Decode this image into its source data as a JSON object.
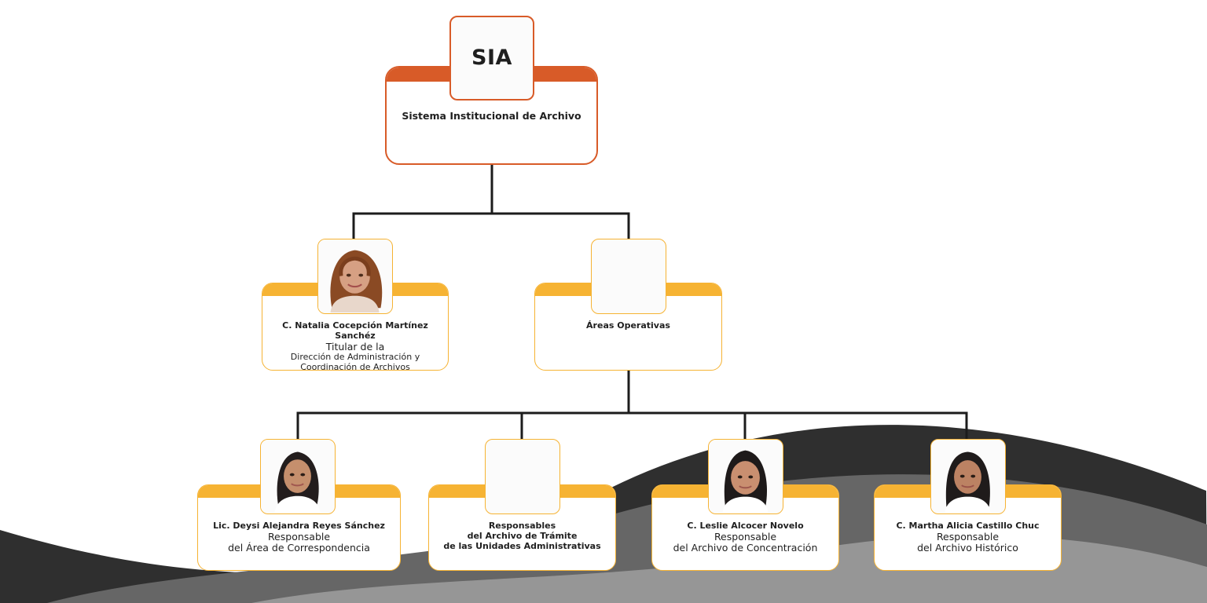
{
  "colors": {
    "primary_accent": "#d85b28",
    "secondary_accent": "#f6b333",
    "connector": "#1c1c1c",
    "background_wave_dark": "#2f2f2f",
    "background_wave_mid": "#666666",
    "background_wave_light": "#bdbdbd"
  },
  "root": {
    "abbr": "SIA",
    "title": "Sistema Institucional de Archivo"
  },
  "level1": {
    "titular": {
      "name": "C. Natalia Cocepción Martínez Sanchéz",
      "line1": "Titular de la",
      "line2": "Dirección de Administración y",
      "line3": "Coordinación de Archivos",
      "avatar_icon": "person-photo-icon"
    },
    "areas": {
      "title": "Áreas Operativas"
    }
  },
  "level2": {
    "correspondencia": {
      "name": "Lic. Deysi Alejandra Reyes Sánchez",
      "line1": "Responsable",
      "line2": "del Área de Correspondencia",
      "avatar_icon": "person-photo-icon"
    },
    "tramite": {
      "line1": "Responsables",
      "line2": "del Archivo de Trámite",
      "line3": "de las Unidades Administrativas"
    },
    "concentracion": {
      "name": "C. Leslie Alcocer Novelo",
      "line1": "Responsable",
      "line2": "del Archivo de Concentración",
      "avatar_icon": "person-photo-icon"
    },
    "historico": {
      "name": "C. Martha Alicia Castillo Chuc",
      "line1": "Responsable",
      "line2": "del Archivo Histórico",
      "avatar_icon": "person-photo-icon"
    }
  }
}
